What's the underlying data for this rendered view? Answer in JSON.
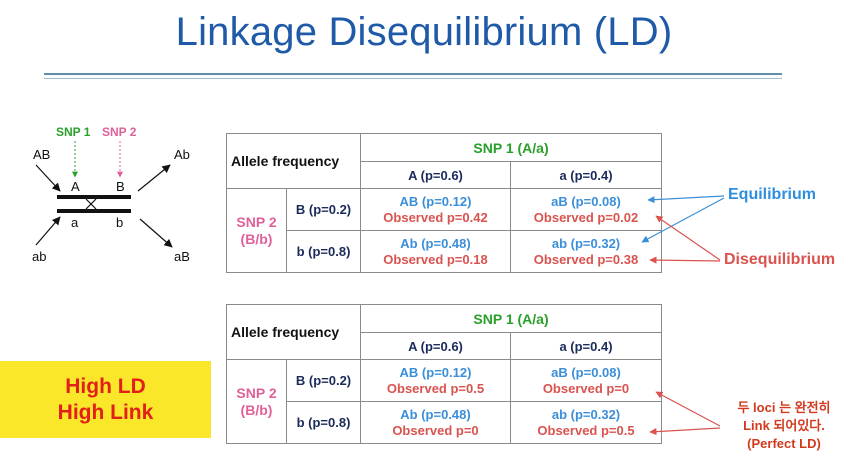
{
  "title": "Linkage Disequilibrium (LD)",
  "diagram": {
    "snp1_label": "SNP 1",
    "snp2_label": "SNP 2",
    "left_top": "AB",
    "right_top": "Ab",
    "left_bottom": "ab",
    "right_bottom": "aB",
    "upper_A": "A",
    "upper_B": "B",
    "lower_a": "a",
    "lower_b": "b"
  },
  "table1": {
    "corner": "Allele frequency",
    "snp1_header": "SNP 1 (A/a)",
    "col_A": "A (p=0.6)",
    "col_a": "a (p=0.4)",
    "snp2_header_line1": "SNP 2",
    "snp2_header_line2": "(B/b)",
    "row_B": "B (p=0.2)",
    "row_b": "b (p=0.8)",
    "cells": {
      "AB_exp": "AB (p=0.12)",
      "AB_obs": "Observed p=0.42",
      "aB_exp": "aB (p=0.08)",
      "aB_obs": "Observed p=0.02",
      "Ab_exp": "Ab (p=0.48)",
      "Ab_obs": "Observed p=0.18",
      "ab_exp": "ab (p=0.32)",
      "ab_obs": "Observed p=0.38"
    }
  },
  "table2": {
    "corner": "Allele frequency",
    "snp1_header": "SNP 1 (A/a)",
    "col_A": "A (p=0.6)",
    "col_a": "a (p=0.4)",
    "snp2_header_line1": "SNP 2",
    "snp2_header_line2": "(B/b)",
    "row_B": "B (p=0.2)",
    "row_b": "b (p=0.8)",
    "cells": {
      "AB_exp": "AB (p=0.12)",
      "AB_obs": "Observed p=0.5",
      "aB_exp": "aB (p=0.08)",
      "aB_obs": "Observed p=0",
      "Ab_exp": "Ab (p=0.48)",
      "Ab_obs": "Observed p=0",
      "ab_exp": "ab (p=0.32)",
      "ab_obs": "Observed p=0.5"
    }
  },
  "labels": {
    "equilibrium": "Equilibrium",
    "disequilibrium": "Disequilibrium",
    "perfect_line1": "두 loci 는 완전히",
    "perfect_line2": "Link 되어있다.",
    "perfect_line3": "(Perfect LD)"
  },
  "callout": {
    "line1": "High LD",
    "line2": "High Link"
  },
  "colors": {
    "title": "#1f5aa8",
    "green": "#2aa02a",
    "pink": "#e0609a",
    "blue": "#3b8fd9",
    "red": "#d9534f",
    "yellow": "#fae72a"
  }
}
